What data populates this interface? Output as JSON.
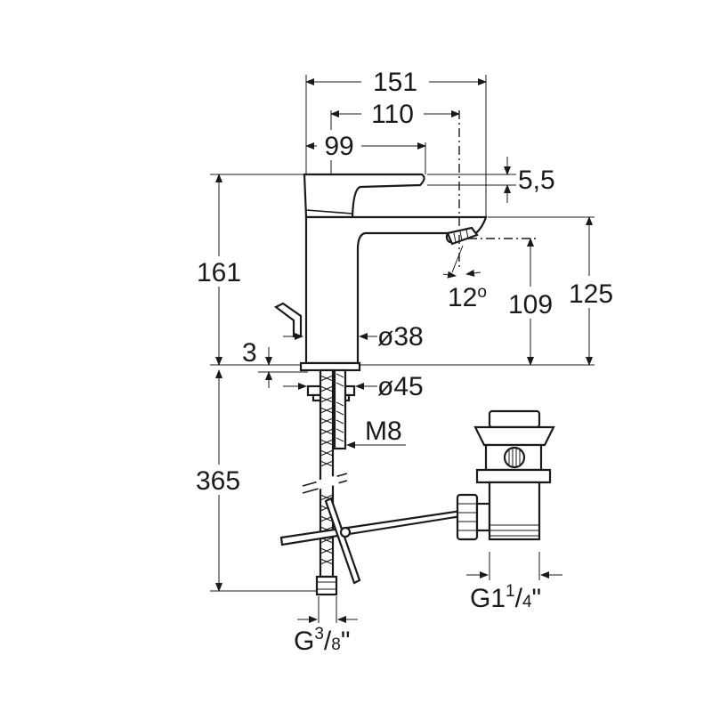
{
  "dimensions": {
    "overall_width": "151",
    "axis_reach": "110",
    "lever_length": "99",
    "lever_offset": "5,5",
    "total_height": "161",
    "spout_height": "125",
    "outlet_height": "109",
    "spout_angle": "12",
    "angle_unit": "o",
    "body_diameter": "ø38",
    "base_diameter": "ø45",
    "base_gap": "3",
    "stud_thread": "M8",
    "hose_length": "365",
    "hose_thread_prefix": "G",
    "hose_thread_num": "3",
    "hose_thread_sep": "/",
    "hose_thread_den": "8",
    "hose_thread_suffix": "\"",
    "waste_thread_prefix": "G1",
    "waste_thread_num": "1",
    "waste_thread_sep": "/",
    "waste_thread_den": "4",
    "waste_thread_suffix": "\""
  }
}
